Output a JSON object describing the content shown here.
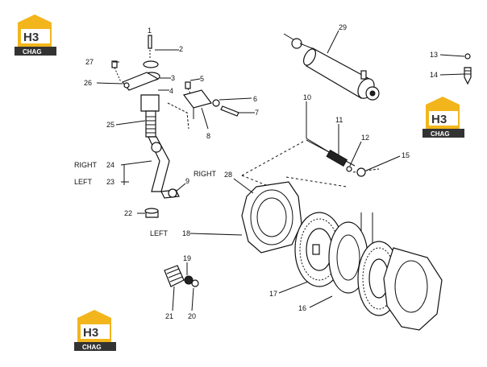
{
  "logo": {
    "mark": "H3",
    "text": "CHAG",
    "colors": {
      "yellow": "#f2b51c",
      "dark": "#333333"
    }
  },
  "callouts": [
    "1",
    "2",
    "3",
    "4",
    "5",
    "6",
    "7",
    "8",
    "9",
    "10",
    "11",
    "12",
    "13",
    "14",
    "15",
    "16",
    "17",
    "18",
    "19",
    "20",
    "21",
    "22",
    "23",
    "24",
    "25",
    "26",
    "27",
    "28",
    "29"
  ],
  "side_labels": {
    "right_24": "RIGHT",
    "left_23": "LEFT",
    "right_28": "RIGHT",
    "left_18": "LEFT"
  }
}
